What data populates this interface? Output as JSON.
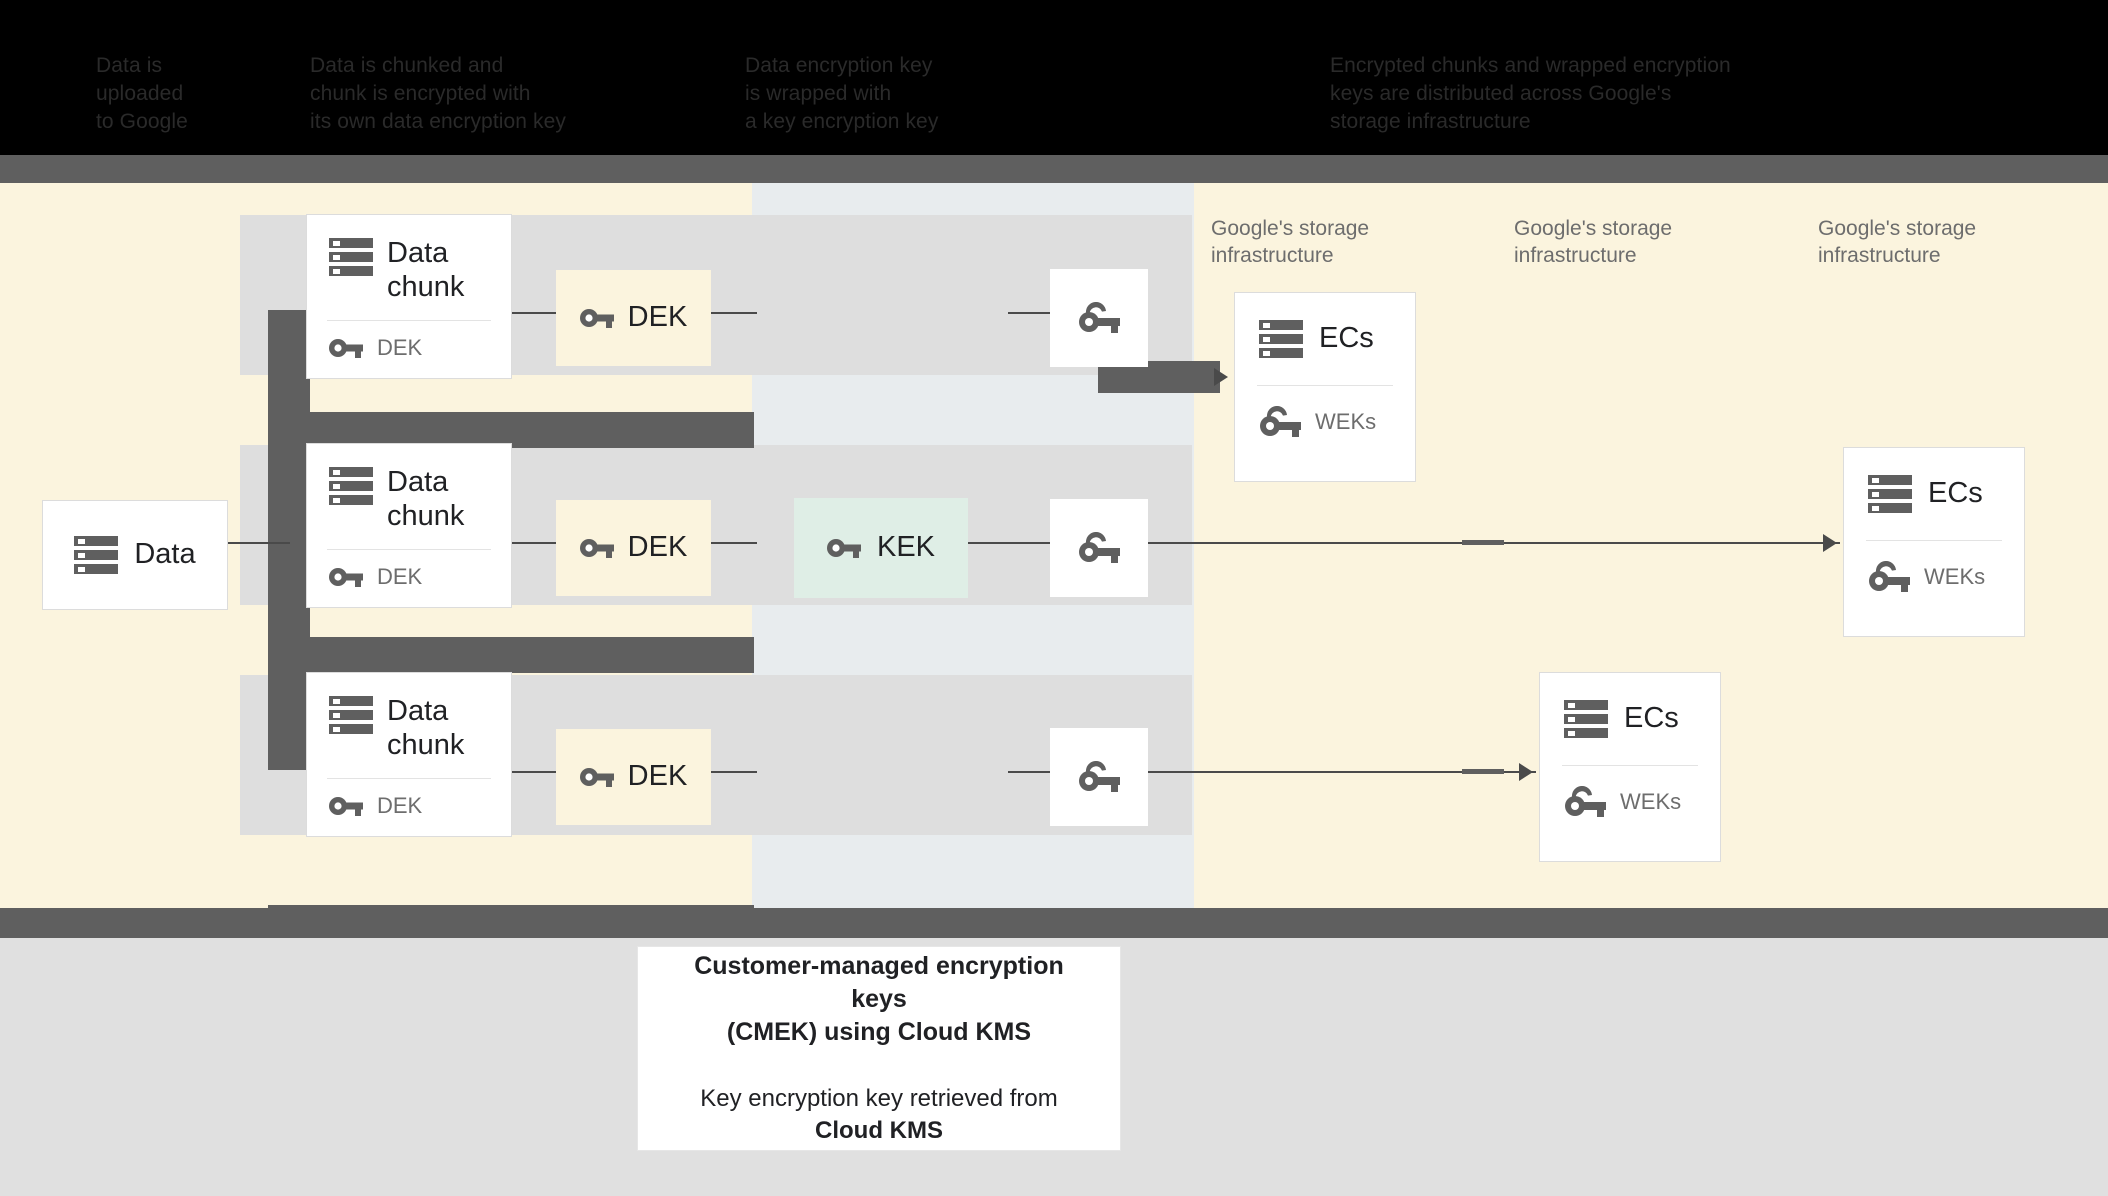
{
  "banner": {
    "columns": [
      "Data is\nuploaded\nto Google",
      "Data is chunked and\nchunk is encrypted with\nits own data encryption key",
      "Data encryption key\nis wrapped with\na key encryption key",
      "Encrypted chunks and wrapped encryption\nkeys are distributed across Google's\nstorage infrastructure"
    ]
  },
  "diagram": {
    "data_box": {
      "label": "Data",
      "icon": "storage-icon"
    },
    "chunks": [
      {
        "title": "Data\nchunk",
        "key_label": "DEK",
        "icon": "storage-icon",
        "key_icon": "key-icon"
      },
      {
        "title": "Data\nchunk",
        "key_label": "DEK",
        "icon": "storage-icon",
        "key_icon": "key-icon"
      },
      {
        "title": "Data\nchunk",
        "key_label": "DEK",
        "icon": "storage-icon",
        "key_icon": "key-icon"
      }
    ],
    "dek_boxes": [
      {
        "label": "DEK",
        "icon": "key-icon"
      },
      {
        "label": "DEK",
        "icon": "key-icon"
      },
      {
        "label": "DEK",
        "icon": "key-icon"
      }
    ],
    "kek_box": {
      "label": "KEK",
      "icon": "key-icon",
      "color": "#dfeee6"
    },
    "wrapped_keys": [
      {
        "icon": "wrapped-key-icon"
      },
      {
        "icon": "wrapped-key-icon"
      },
      {
        "icon": "wrapped-key-icon"
      }
    ],
    "infra_labels": [
      "Google's storage\ninfrastructure",
      "Google's storage\ninfrastructure",
      "Google's storage\ninfrastructure"
    ],
    "ecs_cards": [
      {
        "title": "ECs",
        "key_label": "WEKs",
        "icon": "storage-icon",
        "key_icon": "wrapped-key-icon"
      },
      {
        "title": "ECs",
        "key_label": "WEKs",
        "icon": "storage-icon",
        "key_icon": "wrapped-key-icon"
      },
      {
        "title": "ECs",
        "key_label": "WEKs",
        "icon": "storage-icon",
        "key_icon": "wrapped-key-icon"
      }
    ]
  },
  "caption": {
    "heading": "Customer-managed encryption keys\n(CMEK) using Cloud KMS",
    "body_line1": "Key encryption key retrieved from",
    "body_line2": "Cloud KMS"
  },
  "colors": {
    "cream": "#fbf4de",
    "kek_band": "#e8ecee",
    "lane_grey": "#dedede",
    "connector_grey": "#5f5f5f",
    "mint": "#dfeee6",
    "text_dark": "#202124",
    "text_muted": "#6d6d6d",
    "page_grey": "#e0e0e0",
    "banner_black": "#000000"
  }
}
